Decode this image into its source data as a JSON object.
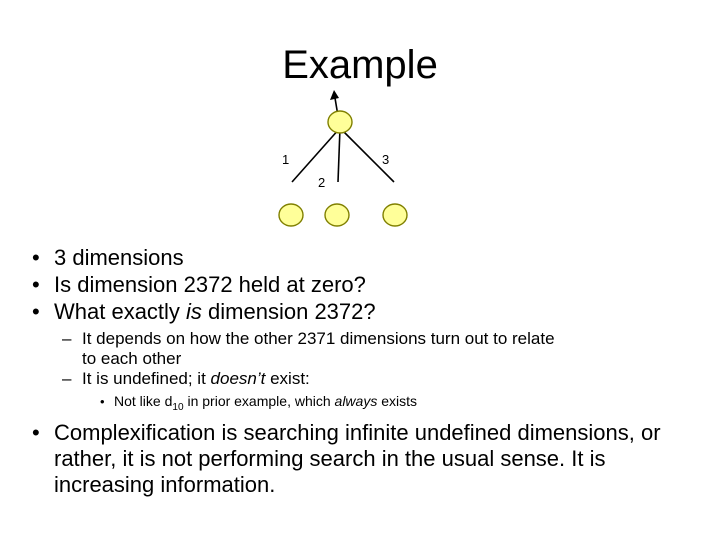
{
  "slide": {
    "title": "Example",
    "diagram": {
      "node_fill": "#FFFF99",
      "node_stroke": "#808000",
      "line_color": "#000000",
      "edge_labels": [
        "1",
        "2",
        "3"
      ]
    },
    "bullets": [
      {
        "marker": "•",
        "text": "3 dimensions"
      },
      {
        "marker": "•",
        "text": "Is dimension 2372 held at zero?"
      }
    ],
    "bullet3": {
      "marker": "•",
      "part1": "What exactly ",
      "italic": "is",
      "part2": " dimension 2372?"
    },
    "sub_bullets": [
      {
        "marker": "–",
        "line1": "It depends on how the other 2371 dimensions turn out to relate",
        "line2": "to each other"
      }
    ],
    "sub_bullet2": {
      "marker": "–",
      "part1": "It is undefined; it ",
      "italic": "doesn’t",
      "part2": " exist:"
    },
    "sub_sub_bullet": {
      "marker": "•",
      "part1": "Not like d",
      "subscript": "10",
      "part2": " in prior example, which ",
      "italic": "always",
      "part3": " exists"
    },
    "final_bullet": {
      "marker": "•",
      "text": "Complexification is searching infinite undefined dimensions, or rather, it is not performing search in the usual sense.  It is increasing information."
    }
  }
}
